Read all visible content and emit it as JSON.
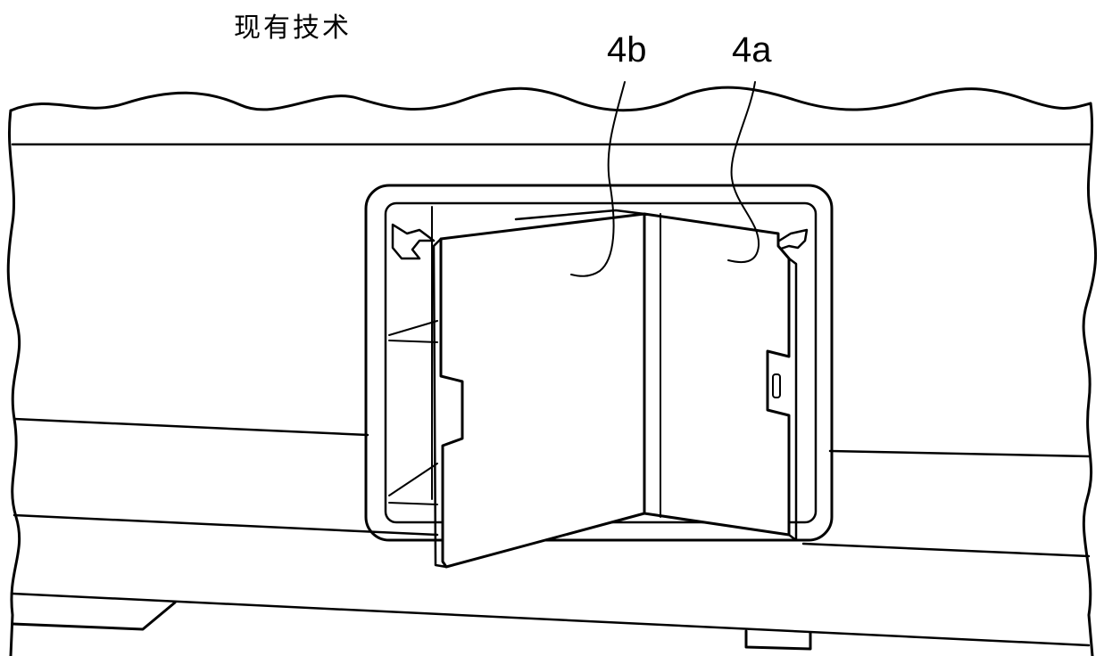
{
  "figure": {
    "caption": "现有技术",
    "labels": [
      {
        "id": "4b",
        "text": "4b"
      },
      {
        "id": "4a",
        "text": "4a"
      }
    ],
    "colors": {
      "line": "#000000",
      "background": "#ffffff"
    }
  }
}
